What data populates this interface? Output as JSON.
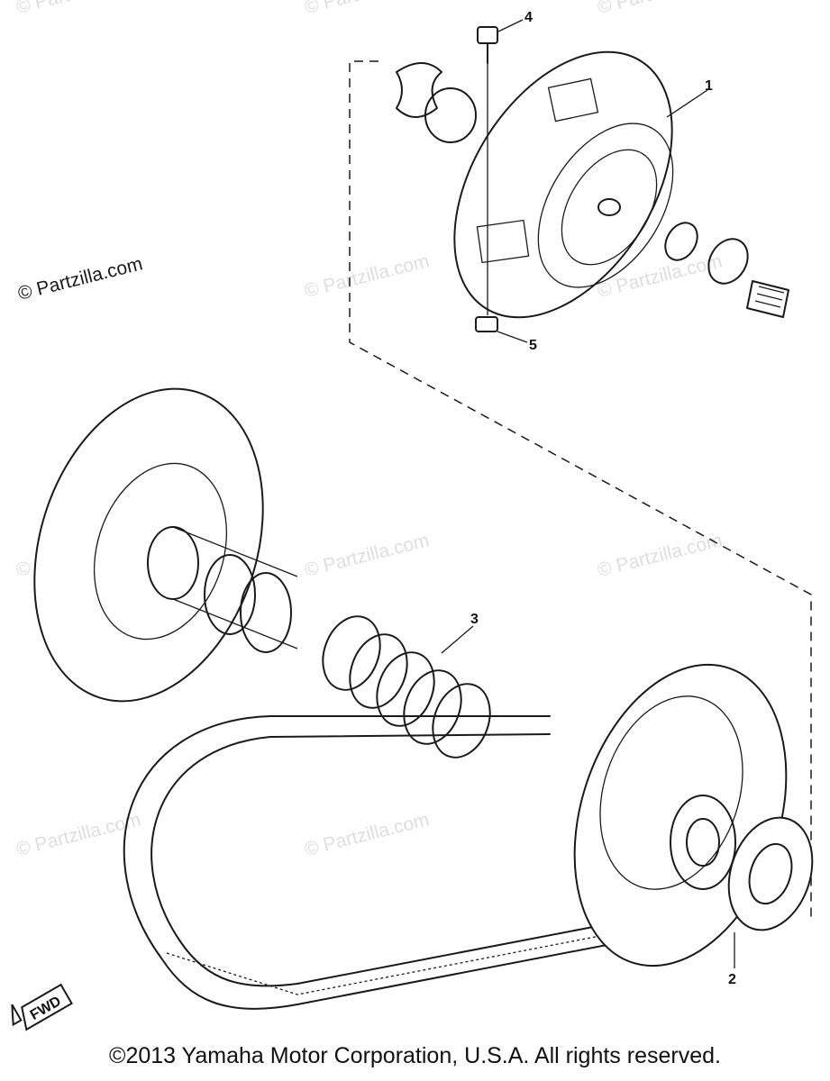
{
  "watermarks": {
    "primary": "© Partzilla.com",
    "faint": "© Partzilla.com"
  },
  "callouts": [
    "1",
    "2",
    "3",
    "4",
    "5"
  ],
  "fwd_label": "FWD",
  "copyright": "©2013 Yamaha Motor Corporation, U.S.A. All rights reserved."
}
